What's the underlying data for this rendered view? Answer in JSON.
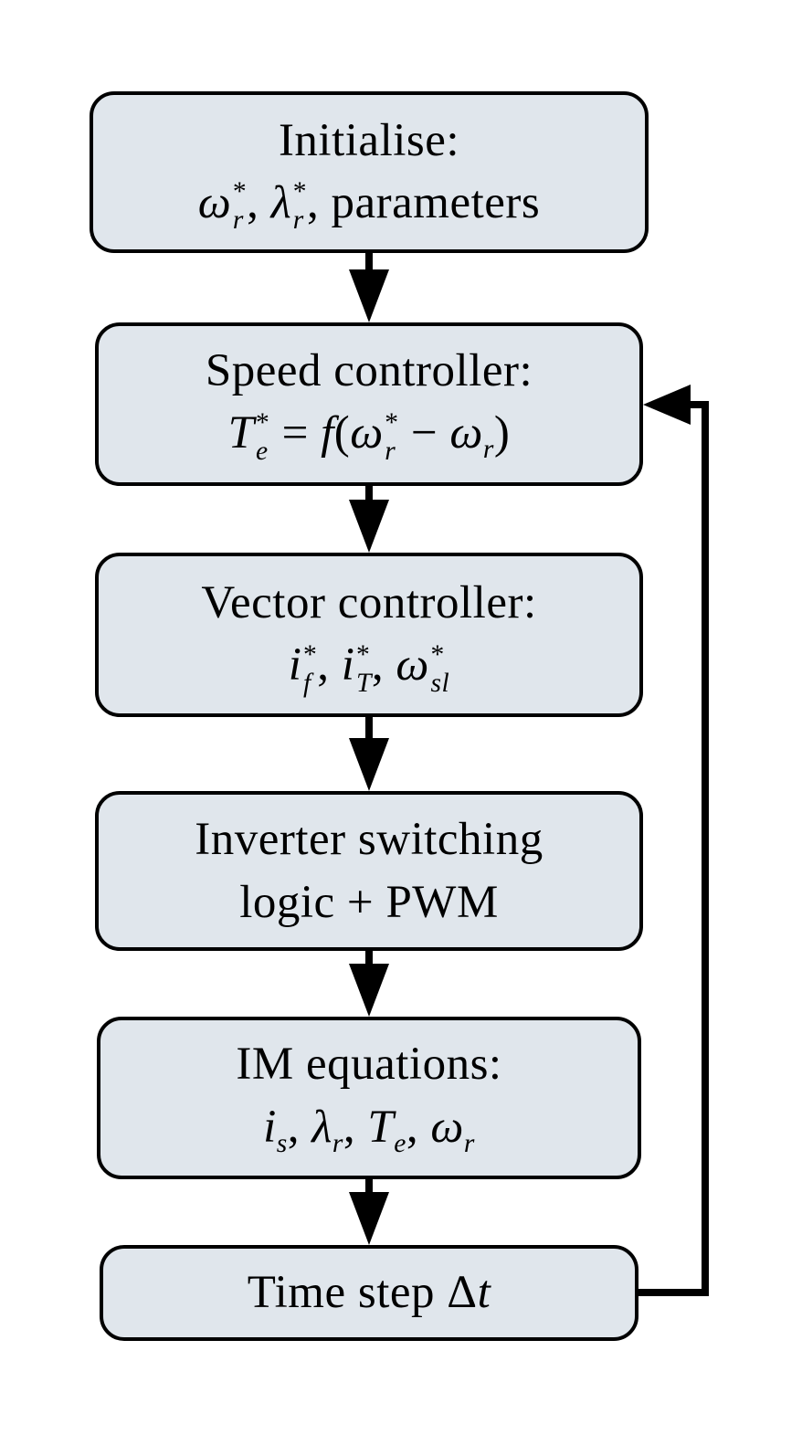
{
  "style": {
    "background": "#ffffff",
    "box_fill": "#e0e6ec",
    "box_border": "#000000",
    "connector_color": "#000000"
  },
  "boxes": {
    "initialise": {
      "line1": "Initialise:",
      "math": {
        "omega": "ω",
        "omega_sup": "*",
        "omega_sub": "r",
        "sep1": ", ",
        "lambda": "λ",
        "lambda_sup": "*",
        "lambda_sub": "r",
        "sep2": ", ",
        "rest": "parameters"
      }
    },
    "speed": {
      "line1": "Speed controller:",
      "math": {
        "T": "T",
        "T_sup": "*",
        "T_sub": "e",
        "eq": " = ",
        "f": "f",
        "open": "(",
        "omega_ref": "ω",
        "omega_ref_sup": "*",
        "omega_ref_sub": "r",
        "minus": " − ",
        "omega": "ω",
        "omega_sub": "r",
        "close": ")"
      }
    },
    "vector": {
      "line1": "Vector controller:",
      "math": {
        "i1": "i",
        "i1_sup": "*",
        "i1_sub": "f",
        "sep1": ", ",
        "i2": "i",
        "i2_sup": "*",
        "i2_sub": "T",
        "sep2": ", ",
        "omega": "ω",
        "omega_sup": "*",
        "omega_sub": "sl"
      }
    },
    "inverter": {
      "line1": "Inverter switching",
      "line2": "logic + PWM"
    },
    "im": {
      "line1": "IM equations:",
      "math": {
        "i": "i",
        "i_sub": "s",
        "sep1": ", ",
        "lambda": "λ",
        "lambda_sub": "r",
        "sep2": ", ",
        "T": "T",
        "T_sub": "e",
        "sep3": ", ",
        "omega": "ω",
        "omega_sub": "r"
      }
    },
    "timestep": {
      "pre": "Time step ",
      "delta": "Δ",
      "t": "t"
    }
  }
}
